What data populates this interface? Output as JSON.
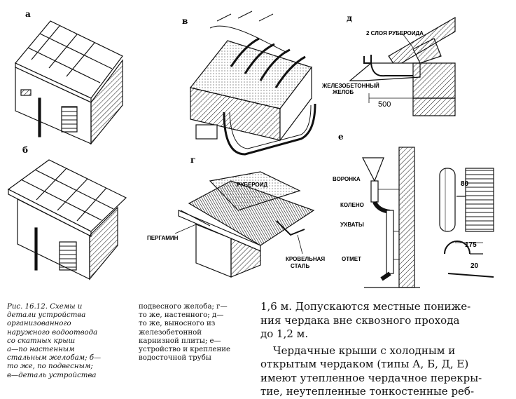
{
  "figure": {
    "labels": {
      "a": "а",
      "b": "б",
      "v": "в",
      "g": "г",
      "d": "д",
      "e": "е"
    },
    "callouts": {
      "two_layers_ruberoid": "2 СЛОЯ РУБЕРОИДА",
      "rc_gutter_line1": "ЖЕЛЕЗОБЕТОННЫЙ",
      "rc_gutter_line2": "ЖЕЛОБ",
      "dim_500": "500",
      "ruberoid": "РУБЕРОИД",
      "pergamin": "ПЕРГАМИН",
      "roof_steel_line1": "КРОВЕЛЬНАЯ",
      "roof_steel_line2": "СТАЛЬ",
      "funnel": "ВОРОНКА",
      "elbow": "КОЛЕНО",
      "brackets": "УХВАТЫ",
      "outlet": "ОТМЕТ",
      "dim_80": "80",
      "dim_175": "175",
      "dim_20": "20"
    }
  },
  "caption": {
    "left_lines": [
      "Рис. 16.12. Схемы и",
      "детали устройства",
      "организованного",
      "наружного водоотвода",
      "со скатных крыш",
      "а—по настенным",
      "стальным желобам; б—",
      "то же, по подвесным;",
      "в—деталь устройства"
    ],
    "mid_lines": [
      "подвесного желоба; г—",
      "то же, настенного; д—",
      "то же, выносного из",
      "железобетонной",
      "карнизной плиты; е—",
      "устройство и крепление",
      "водосточной трубы"
    ]
  },
  "body": {
    "para1_lines": [
      "1,6 м. Допускаются местные пониже-",
      "ния чердака вне сквозного прохода",
      "до 1,2 м."
    ],
    "para2_lines": [
      "Чердачные крыши с холодным и",
      "открытым чердаком (типы А, Б, Д, Е)",
      "имеют утепленное чердачное перекры-",
      "тие, неутепленные тонкостенные реб-"
    ]
  }
}
